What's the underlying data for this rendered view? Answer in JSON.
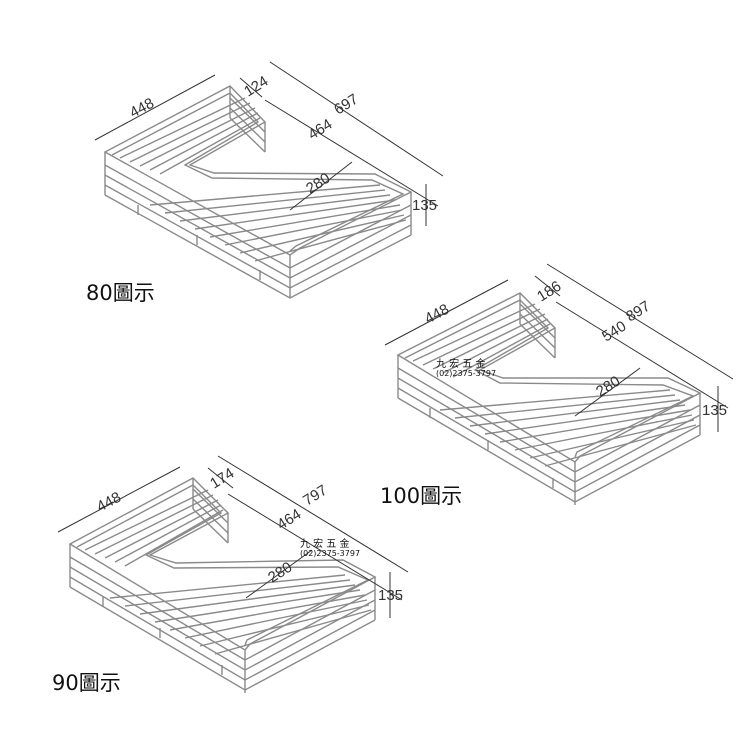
{
  "diagrams": [
    {
      "id": "80",
      "caption": "80圖示",
      "dims": {
        "left_width": "448",
        "top_offset": "124",
        "total_width": "697",
        "back_depth": "464",
        "front_depth": "280",
        "height": "135"
      }
    },
    {
      "id": "100",
      "caption": "100圖示",
      "dims": {
        "left_width": "448",
        "top_offset": "186",
        "total_width": "897",
        "back_depth": "540",
        "front_depth": "280",
        "height": "135"
      },
      "watermark": {
        "name": "九 宏 五 金",
        "phone": "(02)2375-3797"
      }
    },
    {
      "id": "90",
      "caption": "90圖示",
      "dims": {
        "left_width": "448",
        "top_offset": "174",
        "total_width": "797",
        "back_depth": "464",
        "front_depth": "280",
        "height": "135"
      },
      "watermark": {
        "name": "九 宏 五 金",
        "phone": "(02)2375-3797"
      }
    }
  ],
  "colors": {
    "wire": "#8a8a8a",
    "dim_line": "#333333",
    "text": "#111111"
  }
}
